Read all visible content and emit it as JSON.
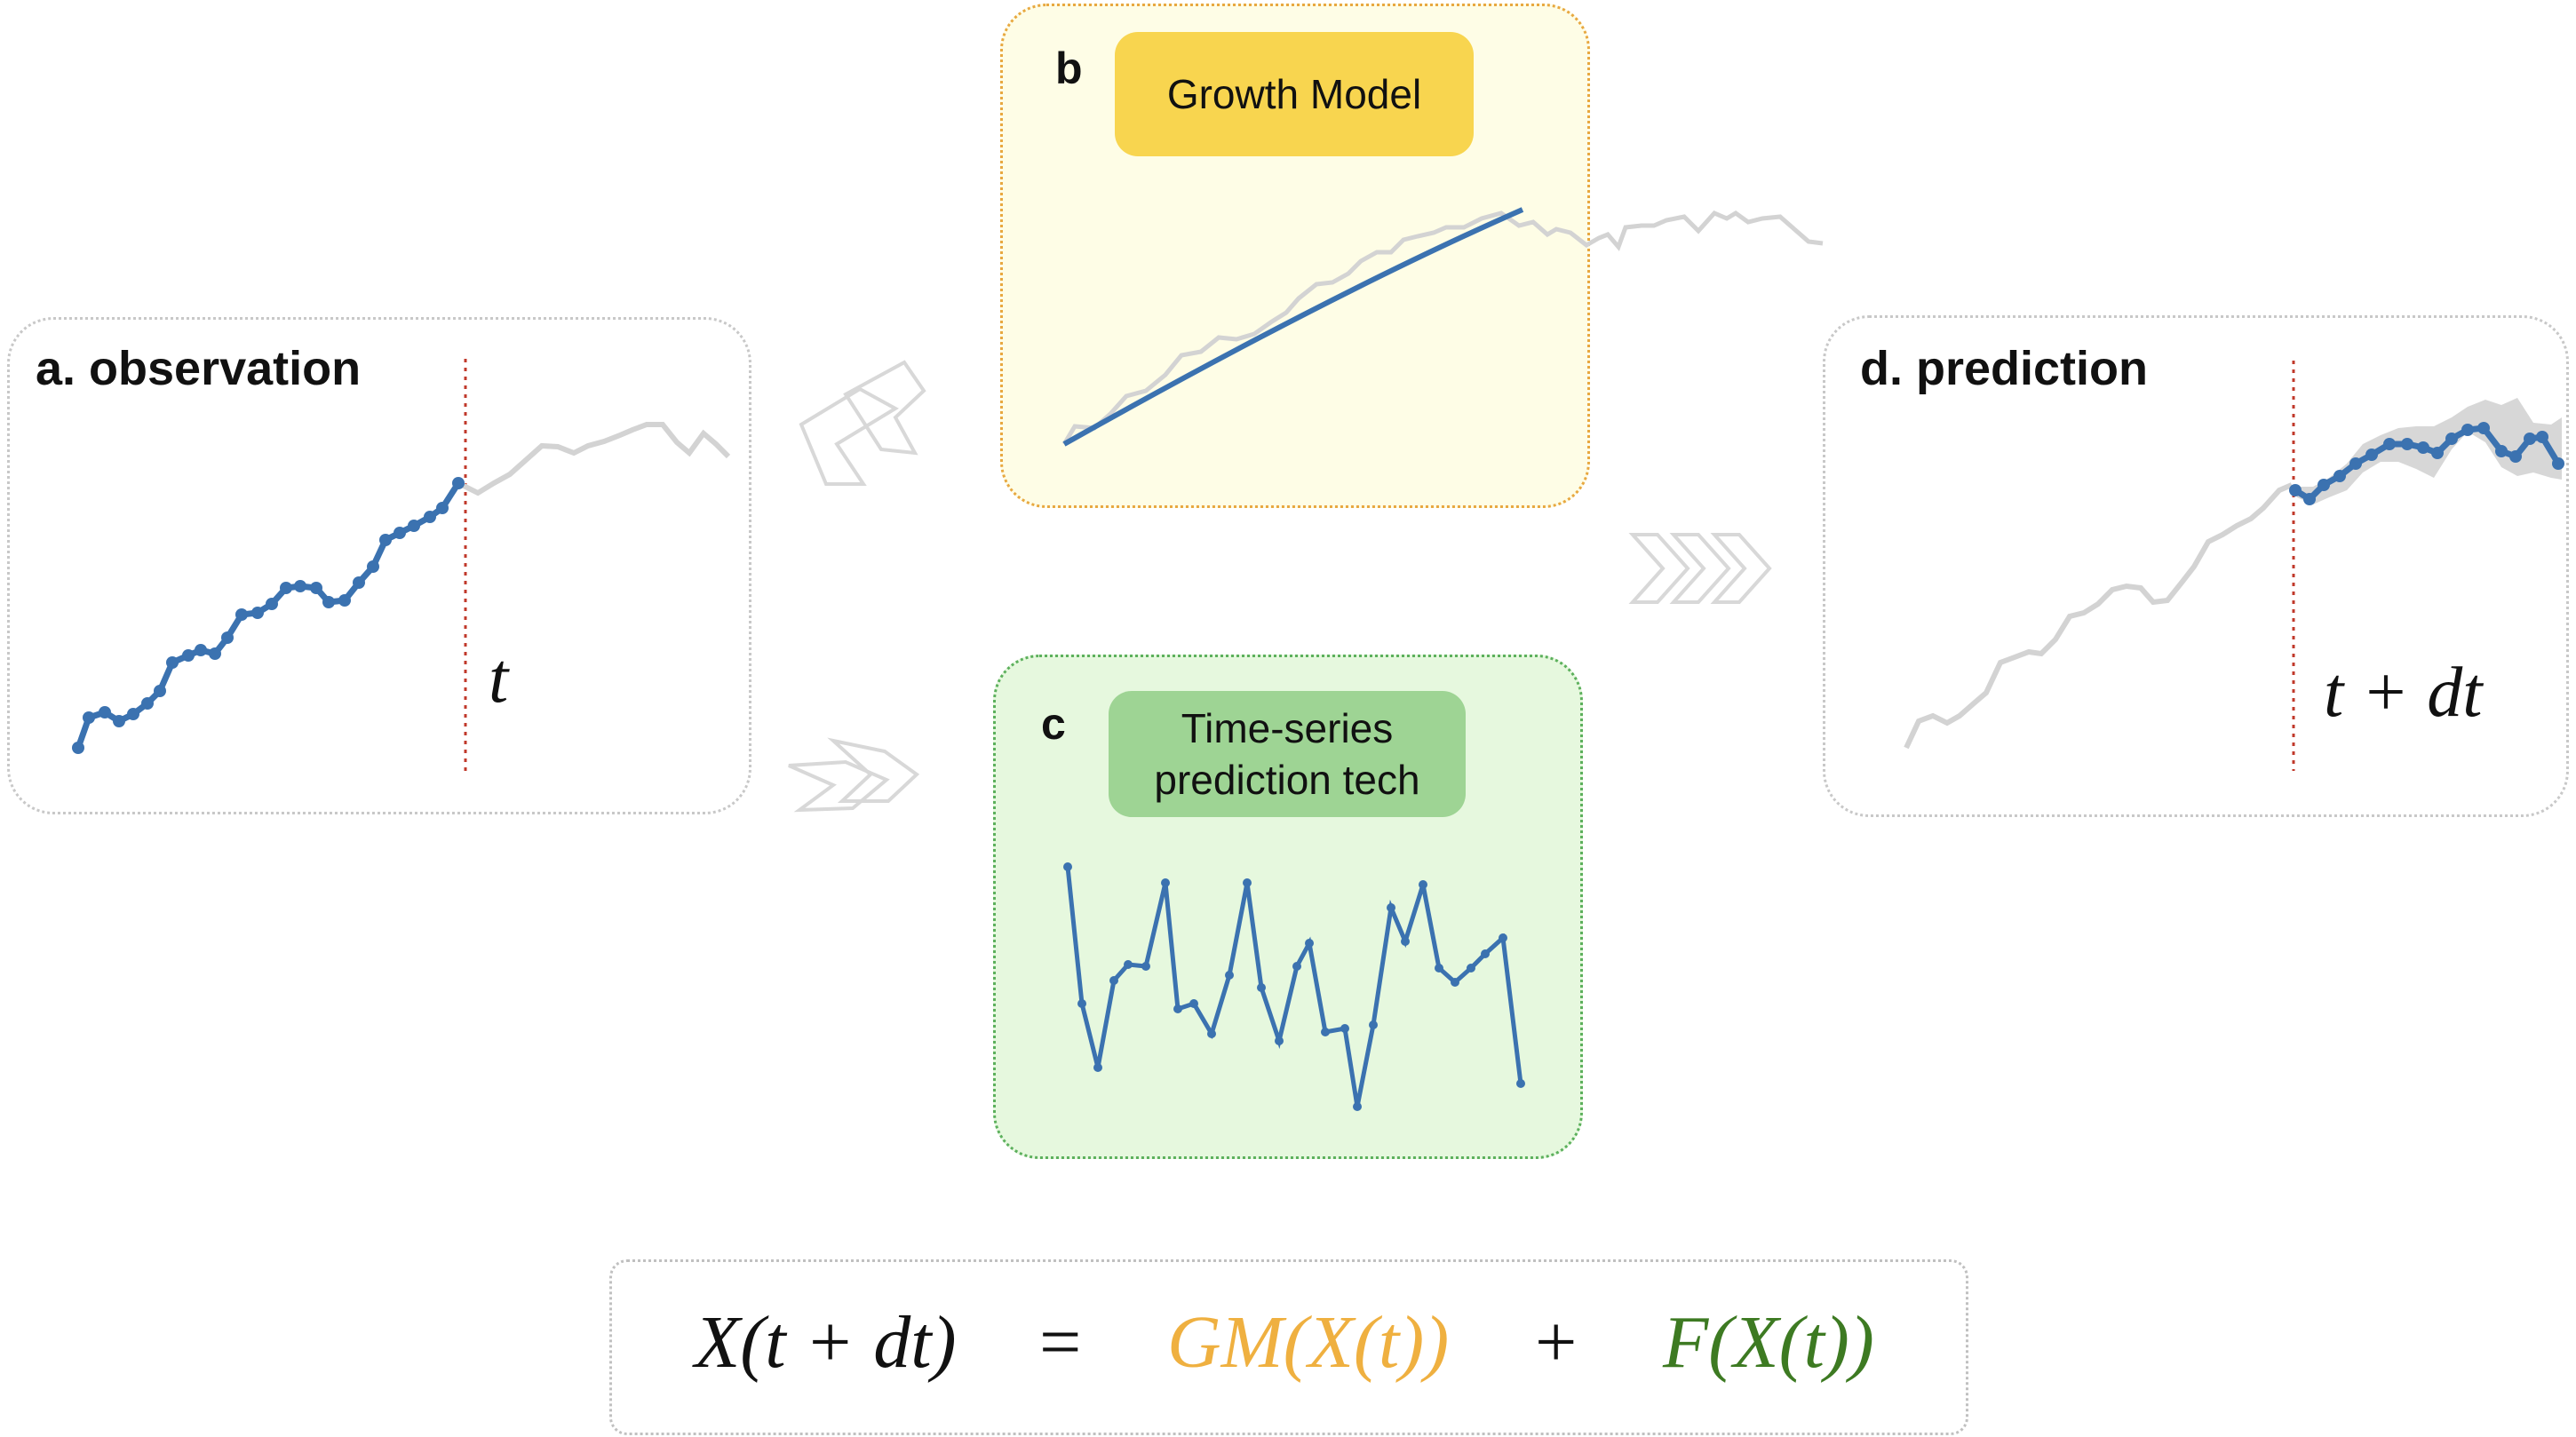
{
  "panels": {
    "observation": {
      "title": "a. observation",
      "time_label": "t"
    },
    "growth_model": {
      "letter": "b",
      "tag": "Growth Model"
    },
    "timeseries": {
      "letter": "c",
      "tag_line1": "Time-series",
      "tag_line2": "prediction tech"
    },
    "prediction": {
      "title": "d. prediction",
      "time_label": "t + dt"
    }
  },
  "equation": {
    "lhs": "X(t + dt)",
    "equals": "=",
    "gm_term": "GM(X(t))",
    "plus": "+",
    "f_term": "F(X(t))"
  },
  "colors": {
    "series_blue": "#3b72b0",
    "series_grey": "#d3d3d3",
    "cutoff_red": "#c0392b",
    "gm_orange": "#efb040",
    "f_green": "#3d7a22",
    "gm_tag": "#f8d54f",
    "ts_tag": "#9ed494",
    "arrow_grey": "#d8d8d8"
  }
}
